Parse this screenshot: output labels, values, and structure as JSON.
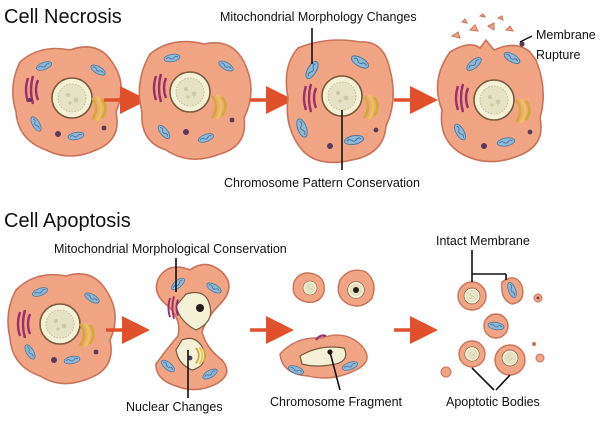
{
  "sections": {
    "necrosis": {
      "title": "Cell Necrosis",
      "labels": {
        "mito_changes": "Mitochondrial Morphology Changes",
        "membrane_rupture_1": "Membrane",
        "membrane_rupture_2": "Rupture",
        "chromosome_conservation": "Chromosome Pattern Conservation"
      }
    },
    "apoptosis": {
      "title": "Cell Apoptosis",
      "labels": {
        "mito_conservation": "Mitochondrial Morphological Conservation",
        "intact_membrane": "Intact Membrane",
        "nuclear_changes": "Nuclear Changes",
        "chromosome_fragment": "Chromosome Fragment",
        "apoptotic_bodies": "Apoptotic Bodies"
      }
    }
  },
  "colors": {
    "cytoplasm": "#f2a585",
    "cell_outline": "#c8735a",
    "nucleus": "#f4f1d6",
    "mitochondria": "#8fb8d8",
    "er": "#9b2f6a",
    "golgi": "#e8c84a",
    "arrow": "#e0502a",
    "vesicle": "#5a3a5a"
  }
}
